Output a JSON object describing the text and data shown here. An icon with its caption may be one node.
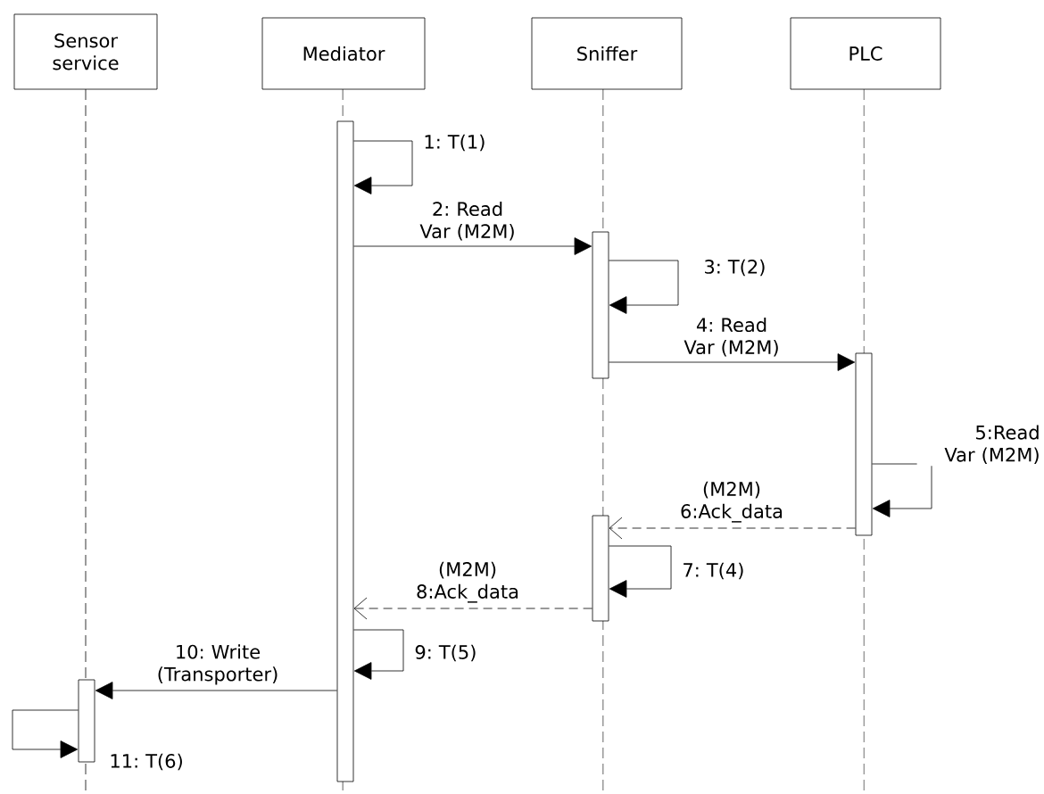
{
  "diagram": {
    "nodes": [
      {
        "text": [
          "Sensor service"
        ]
      },
      {
        "text": [
          "Mediator"
        ]
      },
      {
        "text": [
          "Sniffer"
        ]
      },
      {
        "text": [
          "PLC"
        ]
      },
      {
        "text": [],
        "shape": "bar"
      },
      {
        "text": [],
        "shape": "bar"
      },
      {
        "text": [],
        "shape": "bar"
      },
      {
        "text": [],
        "shape": "bar"
      },
      {
        "text": [],
        "shape": "bar"
      }
    ],
    "edges": [
      {
        "from": 4,
        "to": 4,
        "arrow": "to",
        "label": "1: T(1)"
      },
      {
        "from": 4,
        "to": 5,
        "arrow": "to",
        "label": "2: Read Var (M2M)"
      },
      {
        "from": 5,
        "to": 5,
        "arrow": "to",
        "label": "3: T(2)"
      },
      {
        "from": 5,
        "to": 6,
        "arrow": "to",
        "label": "4: Read Var (M2M)"
      },
      {
        "from": 6,
        "to": 6,
        "arrow": "to",
        "label": "5:Read Var (M2M)"
      },
      {
        "from": 6,
        "to": 7,
        "arrow": "to",
        "label": "(M2M) 6:Ack_data",
        "style": "dashed"
      },
      {
        "from": 7,
        "to": 7,
        "arrow": "to",
        "label": "7: T(4)"
      },
      {
        "from": 7,
        "to": 4,
        "arrow": "to",
        "label": "(M2M) 8:Ack_data",
        "style": "dashed"
      },
      {
        "from": 4,
        "to": 4,
        "arrow": "to",
        "label": "9: T(5)"
      },
      {
        "from": 4,
        "to": 8,
        "arrow": "to",
        "label": "10: Write (Transporter)"
      },
      {
        "from": 8,
        "to": 8,
        "arrow": "to",
        "label": "11: T(6)"
      }
    ]
  }
}
